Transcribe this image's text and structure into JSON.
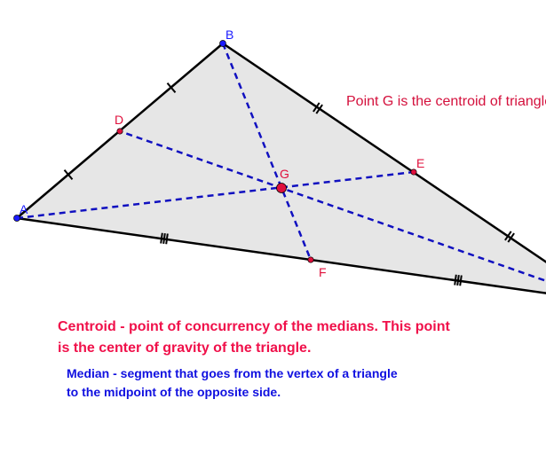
{
  "points": {
    "A": "A",
    "B": "B",
    "D": "D",
    "E": "E",
    "F": "F",
    "G": "G"
  },
  "colors": {
    "vertex": "#1a1aff",
    "midpoint": "#e0103c",
    "median": "#1010c0",
    "fill": "#e6e6e6"
  },
  "note": "Point G is the centroid of triangle",
  "centroid_definition": [
    "Centroid - point of concurrency of the medians.  This point",
    "is the center of gravity of the triangle."
  ],
  "median_definition": [
    "Median - segment that goes from the vertex of a triangle",
    "to the midpoint of the opposite side."
  ]
}
